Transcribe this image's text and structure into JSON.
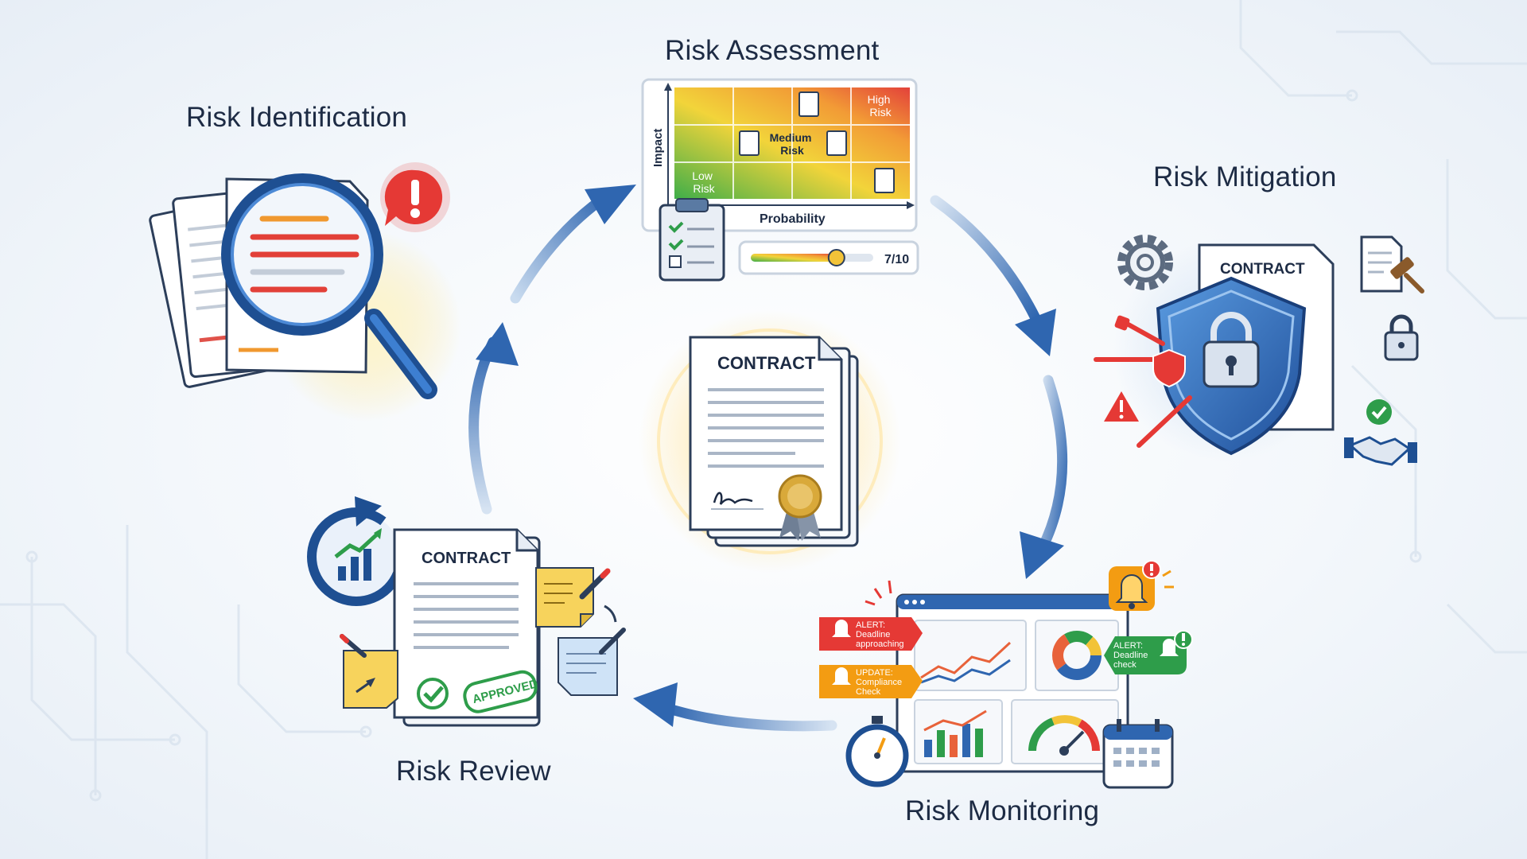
{
  "stages": {
    "identification": "Risk Identification",
    "assessment": "Risk Assessment",
    "mitigation": "Risk Mitigation",
    "monitoring": "Risk Monitoring",
    "review": "Risk Review"
  },
  "center_document": {
    "title": "CONTRACT"
  },
  "assessment_matrix": {
    "y_axis": "Impact",
    "x_axis": "Probability",
    "high": [
      "High",
      "Risk"
    ],
    "medium": [
      "Medium",
      "Risk"
    ],
    "low": [
      "Low",
      "Risk"
    ],
    "score_label": "7/10",
    "score_value": 0.7
  },
  "mitigation_doc": {
    "title": "CONTRACT"
  },
  "review_doc": {
    "title": "CONTRACT",
    "stamp": "APPROVED"
  },
  "monitoring_alerts": {
    "alert1": [
      "ALERT:",
      "Deadline",
      "approaching"
    ],
    "alert2": [
      "UPDATE:",
      "Compliance",
      "Check"
    ],
    "alert3": [
      "ALERT:",
      "Deadline",
      "check"
    ]
  },
  "colors": {
    "arrow": "#2f66b0",
    "shield": "#2e6fc4",
    "alert_red": "#e53935",
    "alert_orange": "#f39c12",
    "alert_green": "#2e9d4a",
    "gold": "#d9a93a",
    "navy_text": "#1d2b44"
  }
}
